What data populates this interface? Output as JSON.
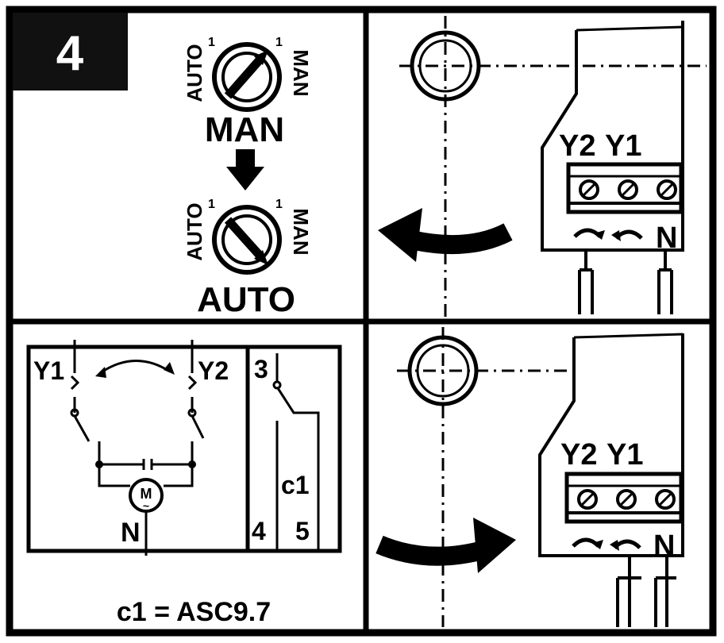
{
  "step_number": "4",
  "switch": {
    "left_label": "AUTO",
    "right_label": "MAN",
    "left_mark": "1",
    "right_mark": "1",
    "state_before": "MAN",
    "state_after": "AUTO"
  },
  "terminal_labels": {
    "y2": "Y2",
    "y1": "Y1",
    "n": "N"
  },
  "wiring": {
    "y1": "Y1",
    "y2": "Y2",
    "motor": "M",
    "motor_sub": "~",
    "neutral": "N",
    "contact_top": "3",
    "contact_name": "c1",
    "contact_bottom_left": "4",
    "contact_bottom_right": "5"
  },
  "caption": "c1 = ASC9.7"
}
